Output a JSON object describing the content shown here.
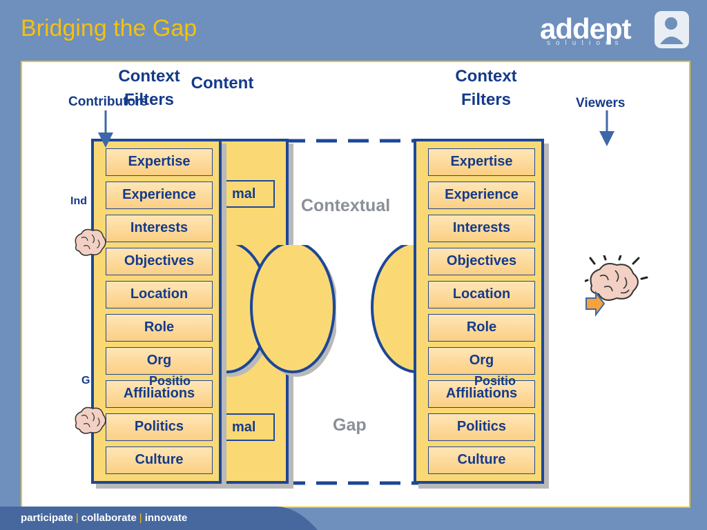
{
  "header": {
    "title": "Bridging the Gap",
    "logo_text": "addept",
    "logo_subtext": "solutions"
  },
  "labels": {
    "left_context_filters": "Context\nFilters",
    "content": "Content",
    "contributors": "Contributors",
    "right_context_filters": "Context\nFilters",
    "viewers": "Viewers",
    "contextual": "Contextual",
    "gap": "Gap",
    "partial_ind": "Ind",
    "partial_g": "G",
    "partial_mal_top": "mal",
    "partial_mal_bottom": "mal",
    "partial_positio_left": "Positio",
    "partial_positio_right": "Positio"
  },
  "left_filters": [
    "Expertise",
    "Experience",
    "Interests",
    "Objectives",
    "Location",
    "Role",
    "Org",
    "Affiliations",
    "Politics",
    "Culture"
  ],
  "right_filters": [
    "Expertise",
    "Experience",
    "Interests",
    "Objectives",
    "Location",
    "Role",
    "Org",
    "Affiliations",
    "Politics",
    "Culture"
  ],
  "footer": {
    "word1": "participate",
    "word2": "collaborate",
    "word3": "innovate",
    "separator": "|"
  },
  "colors": {
    "background": "#6f8fbd",
    "title": "#f4c20d",
    "column_fill": "#fad975",
    "column_border": "#1d4796",
    "label_text": "#153a8a",
    "arrow": "#3d68a8"
  },
  "icons": [
    "brain-icon",
    "down-arrow-icon",
    "right-arrow-icon",
    "addept-logo-icon"
  ]
}
